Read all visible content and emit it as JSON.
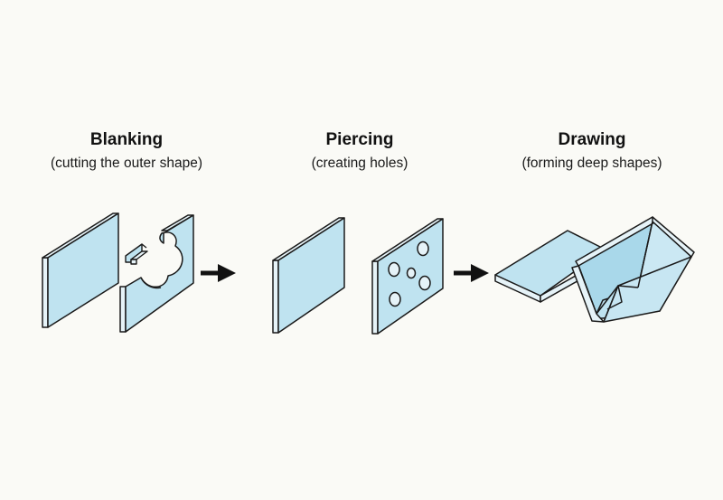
{
  "colors": {
    "sheet_face": "#bfe3f0",
    "sheet_edge": "#e6f3f8",
    "outline": "#1a1a1a",
    "arrow": "#111111",
    "background": "#fafaf6"
  },
  "steps": [
    {
      "title": "Blanking",
      "subtitle": "(cutting the outer shape)"
    },
    {
      "title": "Piercing",
      "subtitle": "(creating holes)"
    },
    {
      "title": "Drawing",
      "subtitle": "(forming deep shapes)"
    }
  ],
  "icons": {
    "blank_sheet": "flat-sheet-icon",
    "blanked_part": "blanked-part-icon",
    "cut_piece": "cut-piece-icon",
    "pierced_plate": "pierced-plate-icon",
    "drawn_part": "drawn-channel-icon",
    "arrow": "arrow-right-icon"
  }
}
